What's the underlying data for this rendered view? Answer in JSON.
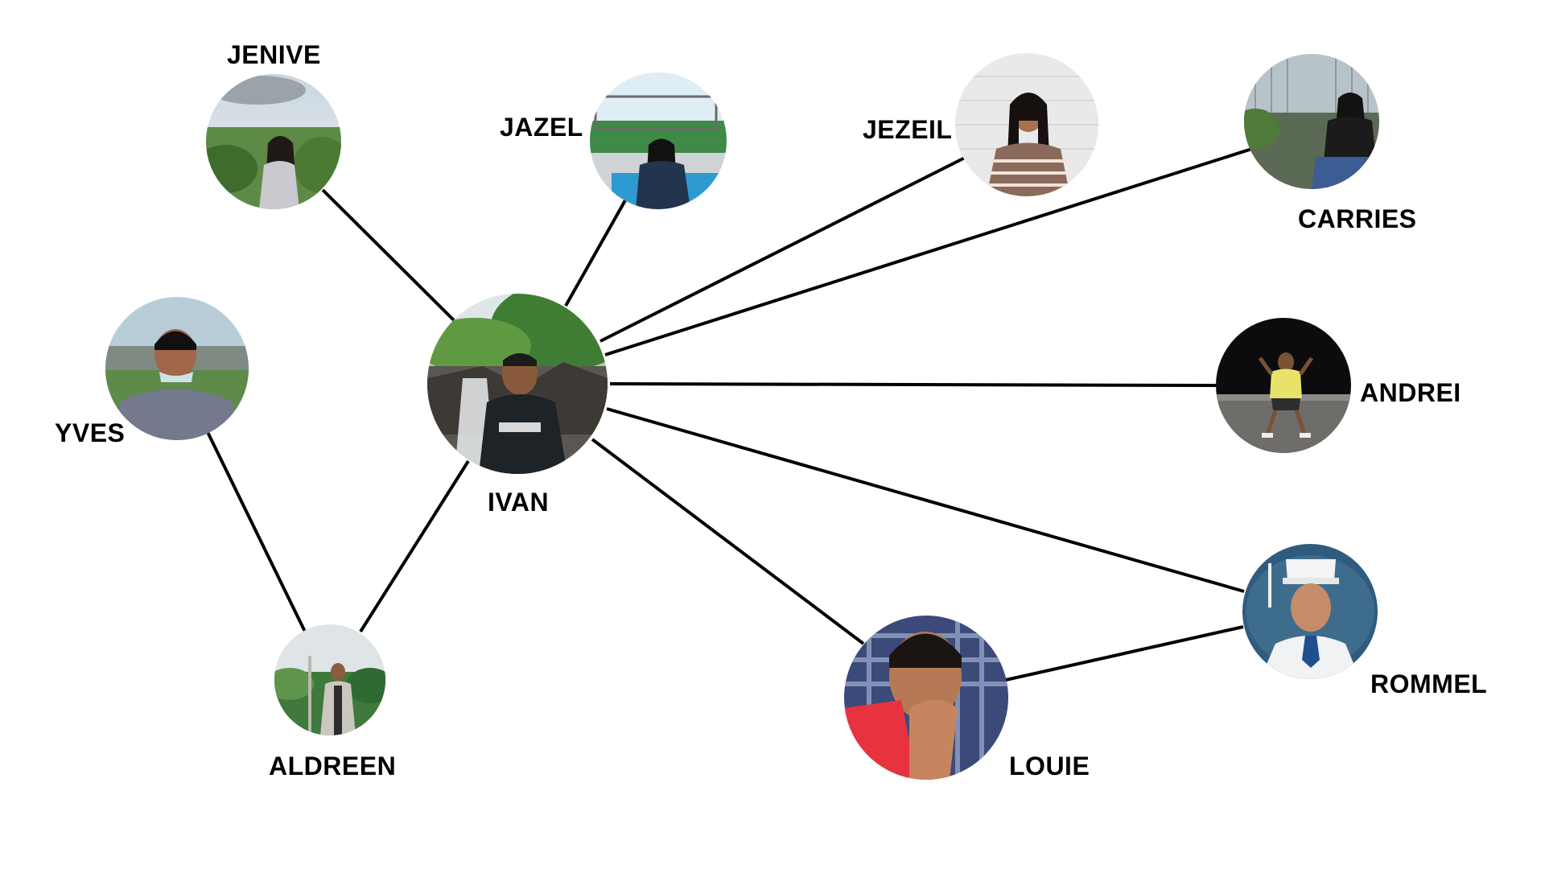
{
  "diagram": {
    "nodes": [
      {
        "id": "ivan",
        "label": "IVAN"
      },
      {
        "id": "jenive",
        "label": "JENIVE"
      },
      {
        "id": "jazel",
        "label": "JAZEL"
      },
      {
        "id": "jezeil",
        "label": "JEZEIL"
      },
      {
        "id": "carries",
        "label": "CARRIES"
      },
      {
        "id": "andrei",
        "label": "ANDREI"
      },
      {
        "id": "rommel",
        "label": "ROMMEL"
      },
      {
        "id": "louie",
        "label": "LOUIE"
      },
      {
        "id": "aldreen",
        "label": "ALDREEN"
      },
      {
        "id": "yves",
        "label": "YVES"
      }
    ],
    "edges": [
      {
        "from": "ivan",
        "to": "jenive"
      },
      {
        "from": "ivan",
        "to": "jazel"
      },
      {
        "from": "ivan",
        "to": "jezeil"
      },
      {
        "from": "ivan",
        "to": "carries"
      },
      {
        "from": "ivan",
        "to": "andrei"
      },
      {
        "from": "ivan",
        "to": "rommel"
      },
      {
        "from": "ivan",
        "to": "louie"
      },
      {
        "from": "ivan",
        "to": "aldreen"
      },
      {
        "from": "yves",
        "to": "aldreen"
      },
      {
        "from": "louie",
        "to": "rommel"
      }
    ]
  }
}
